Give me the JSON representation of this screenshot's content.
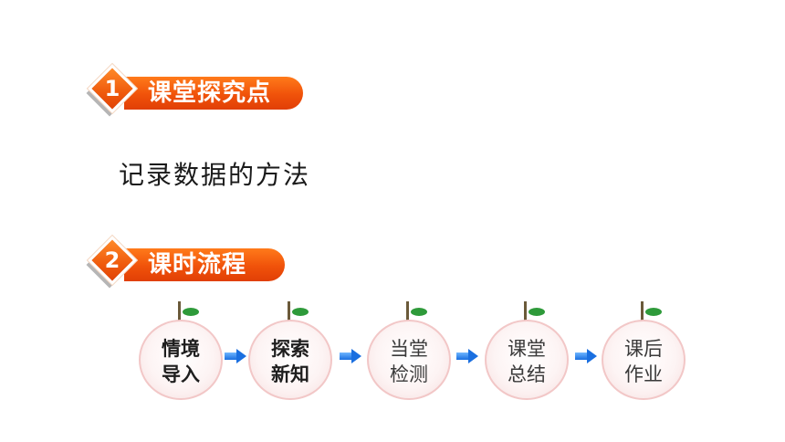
{
  "section1": {
    "number": "1",
    "title": "课堂探究点"
  },
  "topic": "记录数据的方法",
  "section2": {
    "number": "2",
    "title": "课时流程"
  },
  "flow": [
    {
      "line1": "情境",
      "line2": "导入"
    },
    {
      "line1": "探索",
      "line2": "新知"
    },
    {
      "line1": "当堂",
      "line2": "检测"
    },
    {
      "line1": "课堂",
      "line2": "总结"
    },
    {
      "line1": "课后",
      "line2": "作业"
    }
  ],
  "colors": {
    "accent": "#f0520a",
    "arrow": "#1a6fe0",
    "leaf": "#2e9a3a",
    "fruit_border": "#f2c7c7"
  }
}
